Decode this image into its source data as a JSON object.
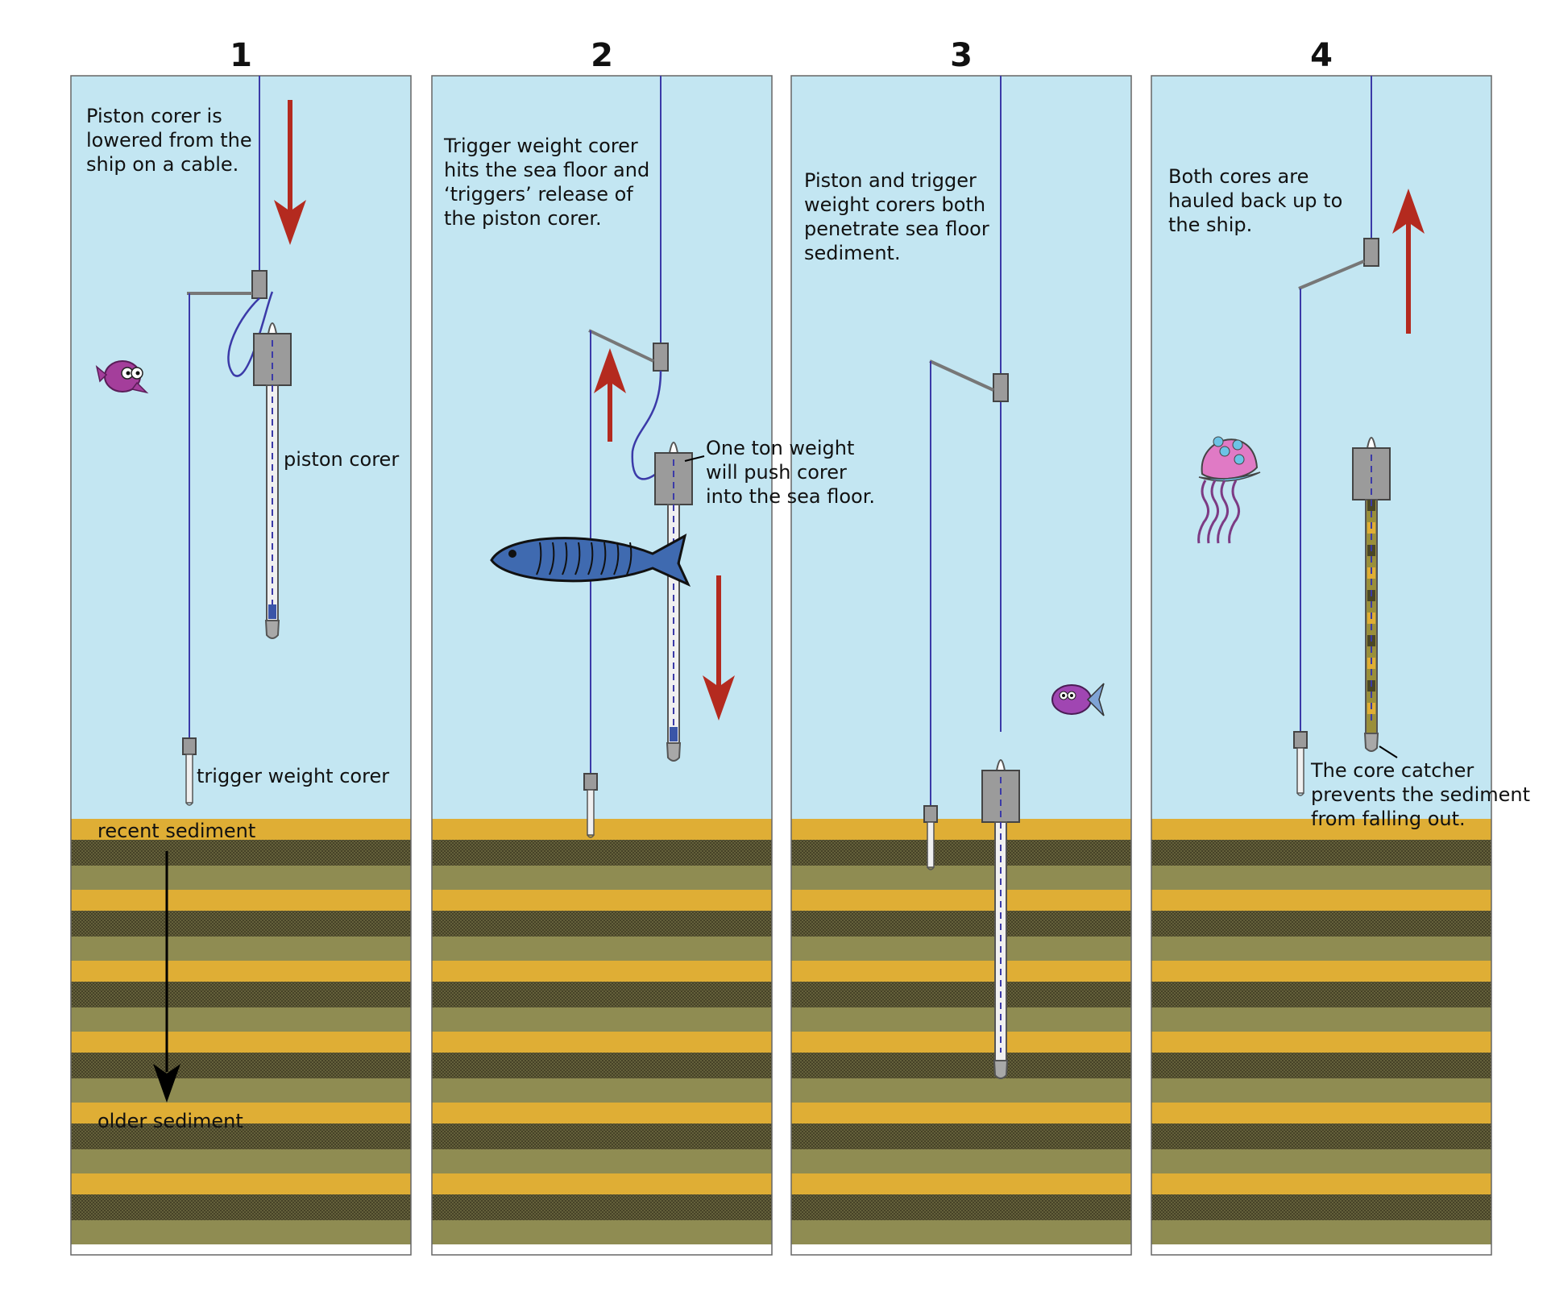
{
  "panels": [
    {
      "number": "1",
      "caption": [
        "Piston corer is",
        "lowered from the",
        "ship on a cable."
      ]
    },
    {
      "number": "2",
      "caption": [
        "Trigger weight corer",
        "hits the sea floor and",
        "‘triggers’ release of",
        "the piston corer."
      ]
    },
    {
      "number": "3",
      "caption": [
        "Piston and trigger",
        "weight corers both",
        "penetrate sea floor",
        "sediment."
      ]
    },
    {
      "number": "4",
      "caption": [
        "Both cores are",
        "hauled back up to",
        "the ship."
      ]
    }
  ],
  "labels": {
    "piston_corer": "piston corer",
    "trigger_weight_corer": "trigger weight corer",
    "recent_sediment": "recent sediment",
    "older_sediment": "older sediment",
    "one_ton_weight": [
      "One ton weight",
      "will push corer",
      "into the sea floor."
    ],
    "core_catcher": [
      "The core catcher",
      "prevents the sediment",
      "from falling out."
    ]
  },
  "colors": {
    "water": "#c3e6f2",
    "sediment_yellow": "#dfae35",
    "sediment_olive": "#8f8c52",
    "sediment_dark": "#5e5a35",
    "arrow_red": "#b42a1f",
    "cable": "#3b3aa8",
    "corer_gray": "#9b9b9b"
  },
  "icons": [
    "puffer-fish-icon",
    "blue-fish-icon",
    "purple-fish-icon",
    "jellyfish-icon"
  ]
}
